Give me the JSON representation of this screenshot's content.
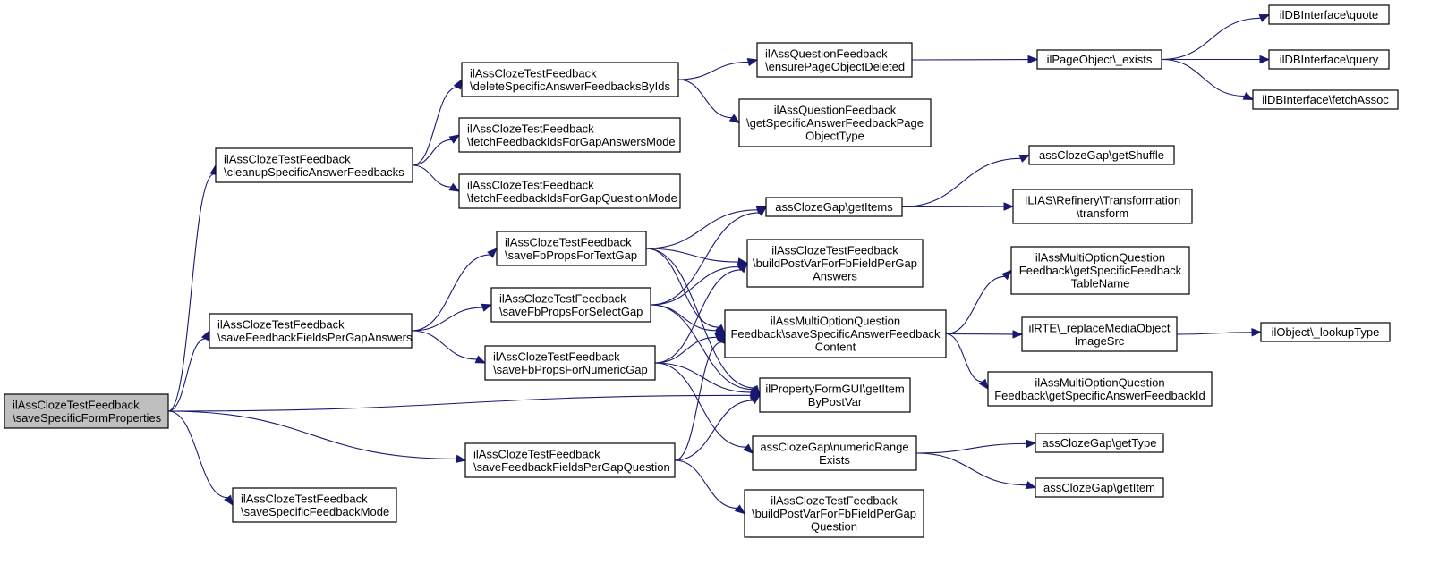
{
  "diagram": {
    "type": "call-graph",
    "colors": {
      "edge": "#191970",
      "root_fill": "#bfbfbf",
      "node_fill": "#ffffff",
      "border": "#000000"
    },
    "nodes": [
      {
        "id": "root",
        "lines": [
          "ilAssClozeTestFeedback",
          "\\saveSpecificFormProperties"
        ],
        "root": true
      },
      {
        "id": "cleanup",
        "lines": [
          "ilAssClozeTestFeedback",
          "\\cleanupSpecificAnswerFeedbacks"
        ]
      },
      {
        "id": "delIds",
        "lines": [
          "ilAssClozeTestFeedback",
          "\\deleteSpecificAnswerFeedbacksByIds"
        ]
      },
      {
        "id": "fetchAns",
        "lines": [
          "ilAssClozeTestFeedback",
          "\\fetchFeedbackIdsForGapAnswersMode"
        ]
      },
      {
        "id": "fetchQ",
        "lines": [
          "ilAssClozeTestFeedback",
          "\\fetchFeedbackIdsForGapQuestionMode"
        ]
      },
      {
        "id": "ensure",
        "lines": [
          "ilAssQuestionFeedback",
          "\\ensurePageObjectDeleted"
        ]
      },
      {
        "id": "getPOType",
        "lines": [
          "ilAssQuestionFeedback",
          "\\getSpecificAnswerFeedbackPage",
          "ObjectType"
        ]
      },
      {
        "id": "exists",
        "lines": [
          "ilPageObject\\_exists"
        ]
      },
      {
        "id": "quote",
        "lines": [
          "ilDBInterface\\quote"
        ]
      },
      {
        "id": "query",
        "lines": [
          "ilDBInterface\\query"
        ]
      },
      {
        "id": "fetchAssoc",
        "lines": [
          "ilDBInterface\\fetchAssoc"
        ]
      },
      {
        "id": "saveAns",
        "lines": [
          "ilAssClozeTestFeedback",
          "\\saveFeedbackFieldsPerGapAnswers"
        ]
      },
      {
        "id": "textGap",
        "lines": [
          "ilAssClozeTestFeedback",
          "\\saveFbPropsForTextGap"
        ]
      },
      {
        "id": "selectGap",
        "lines": [
          "ilAssClozeTestFeedback",
          "\\saveFbPropsForSelectGap"
        ]
      },
      {
        "id": "numGap",
        "lines": [
          "ilAssClozeTestFeedback",
          "\\saveFbPropsForNumericGap"
        ]
      },
      {
        "id": "getItems",
        "lines": [
          "assClozeGap\\getItems"
        ]
      },
      {
        "id": "buildAns",
        "lines": [
          "ilAssClozeTestFeedback",
          "\\buildPostVarForFbFieldPerGap",
          "Answers"
        ]
      },
      {
        "id": "saveContent",
        "lines": [
          "ilAssMultiOptionQuestion",
          "Feedback\\saveSpecificAnswerFeedback",
          "Content"
        ]
      },
      {
        "id": "getItemByPost",
        "lines": [
          "ilPropertyFormGUI\\getItem",
          "ByPostVar"
        ]
      },
      {
        "id": "numRange",
        "lines": [
          "assClozeGap\\numericRange",
          "Exists"
        ]
      },
      {
        "id": "saveQ",
        "lines": [
          "ilAssClozeTestFeedback",
          "\\saveFeedbackFieldsPerGapQuestion"
        ]
      },
      {
        "id": "buildQ",
        "lines": [
          "ilAssClozeTestFeedback",
          "\\buildPostVarForFbFieldPerGap",
          "Question"
        ]
      },
      {
        "id": "saveMode",
        "lines": [
          "ilAssClozeTestFeedback",
          "\\saveSpecificFeedbackMode"
        ]
      },
      {
        "id": "getShuffle",
        "lines": [
          "assClozeGap\\getShuffle"
        ]
      },
      {
        "id": "transform",
        "lines": [
          "ILIAS\\Refinery\\Transformation",
          "\\transform"
        ]
      },
      {
        "id": "tableName",
        "lines": [
          "ilAssMultiOptionQuestion",
          "Feedback\\getSpecificFeedback",
          "TableName"
        ]
      },
      {
        "id": "replaceMedia",
        "lines": [
          "ilRTE\\_replaceMediaObject",
          "ImageSrc"
        ]
      },
      {
        "id": "lookupType",
        "lines": [
          "ilObject\\_lookupType"
        ]
      },
      {
        "id": "getAnsFbId",
        "lines": [
          "ilAssMultiOptionQuestion",
          "Feedback\\getSpecificAnswerFeedbackId"
        ]
      },
      {
        "id": "getType",
        "lines": [
          "assClozeGap\\getType"
        ]
      },
      {
        "id": "getItem",
        "lines": [
          "assClozeGap\\getItem"
        ]
      }
    ],
    "edges": [
      [
        "root",
        "cleanup"
      ],
      [
        "root",
        "saveAns"
      ],
      [
        "root",
        "getItemByPost"
      ],
      [
        "root",
        "saveQ"
      ],
      [
        "root",
        "saveMode"
      ],
      [
        "cleanup",
        "delIds"
      ],
      [
        "cleanup",
        "fetchAns"
      ],
      [
        "cleanup",
        "fetchQ"
      ],
      [
        "delIds",
        "ensure"
      ],
      [
        "delIds",
        "getPOType"
      ],
      [
        "ensure",
        "exists"
      ],
      [
        "exists",
        "quote"
      ],
      [
        "exists",
        "query"
      ],
      [
        "exists",
        "fetchAssoc"
      ],
      [
        "saveAns",
        "textGap"
      ],
      [
        "saveAns",
        "selectGap"
      ],
      [
        "saveAns",
        "numGap"
      ],
      [
        "textGap",
        "getItems"
      ],
      [
        "textGap",
        "buildAns"
      ],
      [
        "textGap",
        "saveContent"
      ],
      [
        "textGap",
        "getItemByPost"
      ],
      [
        "selectGap",
        "getItems"
      ],
      [
        "selectGap",
        "buildAns"
      ],
      [
        "selectGap",
        "saveContent"
      ],
      [
        "selectGap",
        "getItemByPost"
      ],
      [
        "numGap",
        "buildAns"
      ],
      [
        "numGap",
        "saveContent"
      ],
      [
        "numGap",
        "getItemByPost"
      ],
      [
        "numGap",
        "numRange"
      ],
      [
        "getItems",
        "getShuffle"
      ],
      [
        "getItems",
        "transform"
      ],
      [
        "saveContent",
        "tableName"
      ],
      [
        "saveContent",
        "replaceMedia"
      ],
      [
        "saveContent",
        "getAnsFbId"
      ],
      [
        "replaceMedia",
        "lookupType"
      ],
      [
        "numRange",
        "getType"
      ],
      [
        "numRange",
        "getItem"
      ],
      [
        "saveQ",
        "saveContent"
      ],
      [
        "saveQ",
        "getItemByPost"
      ],
      [
        "saveQ",
        "buildQ"
      ]
    ]
  }
}
